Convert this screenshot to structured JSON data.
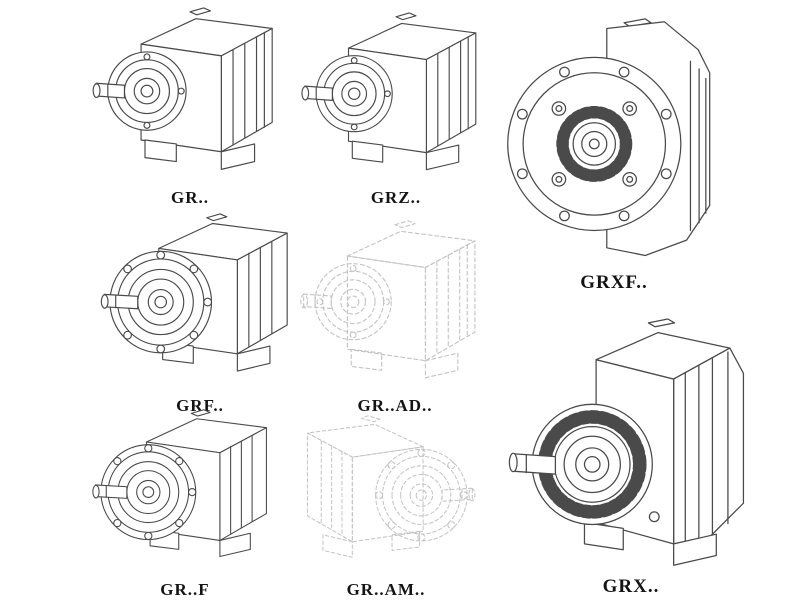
{
  "page": {
    "background": "#ffffff"
  },
  "colors": {
    "line": "#4a4a4a",
    "ghost": "#c4c4c4",
    "label": "#141414"
  },
  "figures": [
    {
      "id": "gr",
      "label": "GR..",
      "drawing": "helical-gearbox-foot-mounted-iso"
    },
    {
      "id": "grz",
      "label": "GRZ..",
      "drawing": "helical-gearbox-foot-mounted-iso"
    },
    {
      "id": "grxf",
      "label": "GRXF..",
      "drawing": "helical-gearbox-flange-front-view"
    },
    {
      "id": "grf",
      "label": "GRF..",
      "drawing": "helical-gearbox-flange-mounted-iso"
    },
    {
      "id": "gr-ad",
      "label": "GR..AD..",
      "drawing": "helical-gearbox-input-adapter-ghost"
    },
    {
      "id": "gr-f",
      "label": "GR..F",
      "drawing": "helical-gearbox-foot-flange-iso"
    },
    {
      "id": "gr-am",
      "label": "GR..AM..",
      "drawing": "helical-gearbox-motor-adapter-ghost"
    },
    {
      "id": "grx",
      "label": "GRX..",
      "drawing": "helical-gearbox-large-foot-mounted-iso"
    }
  ]
}
